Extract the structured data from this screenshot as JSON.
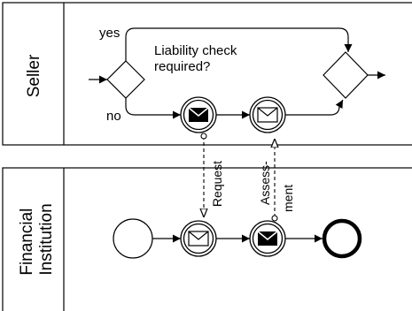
{
  "pools": [
    {
      "name": "Seller"
    },
    {
      "name_lines": [
        "Financial",
        "Institution"
      ]
    }
  ],
  "gateway_question": [
    "Liability check",
    "required?"
  ],
  "flow_labels": {
    "yes": "yes",
    "no": "no"
  },
  "message_flows": {
    "request": "Request",
    "assessment": [
      "Assess-",
      "ment"
    ]
  },
  "colors": {
    "line": "#000000",
    "fill": "#ffffff"
  }
}
